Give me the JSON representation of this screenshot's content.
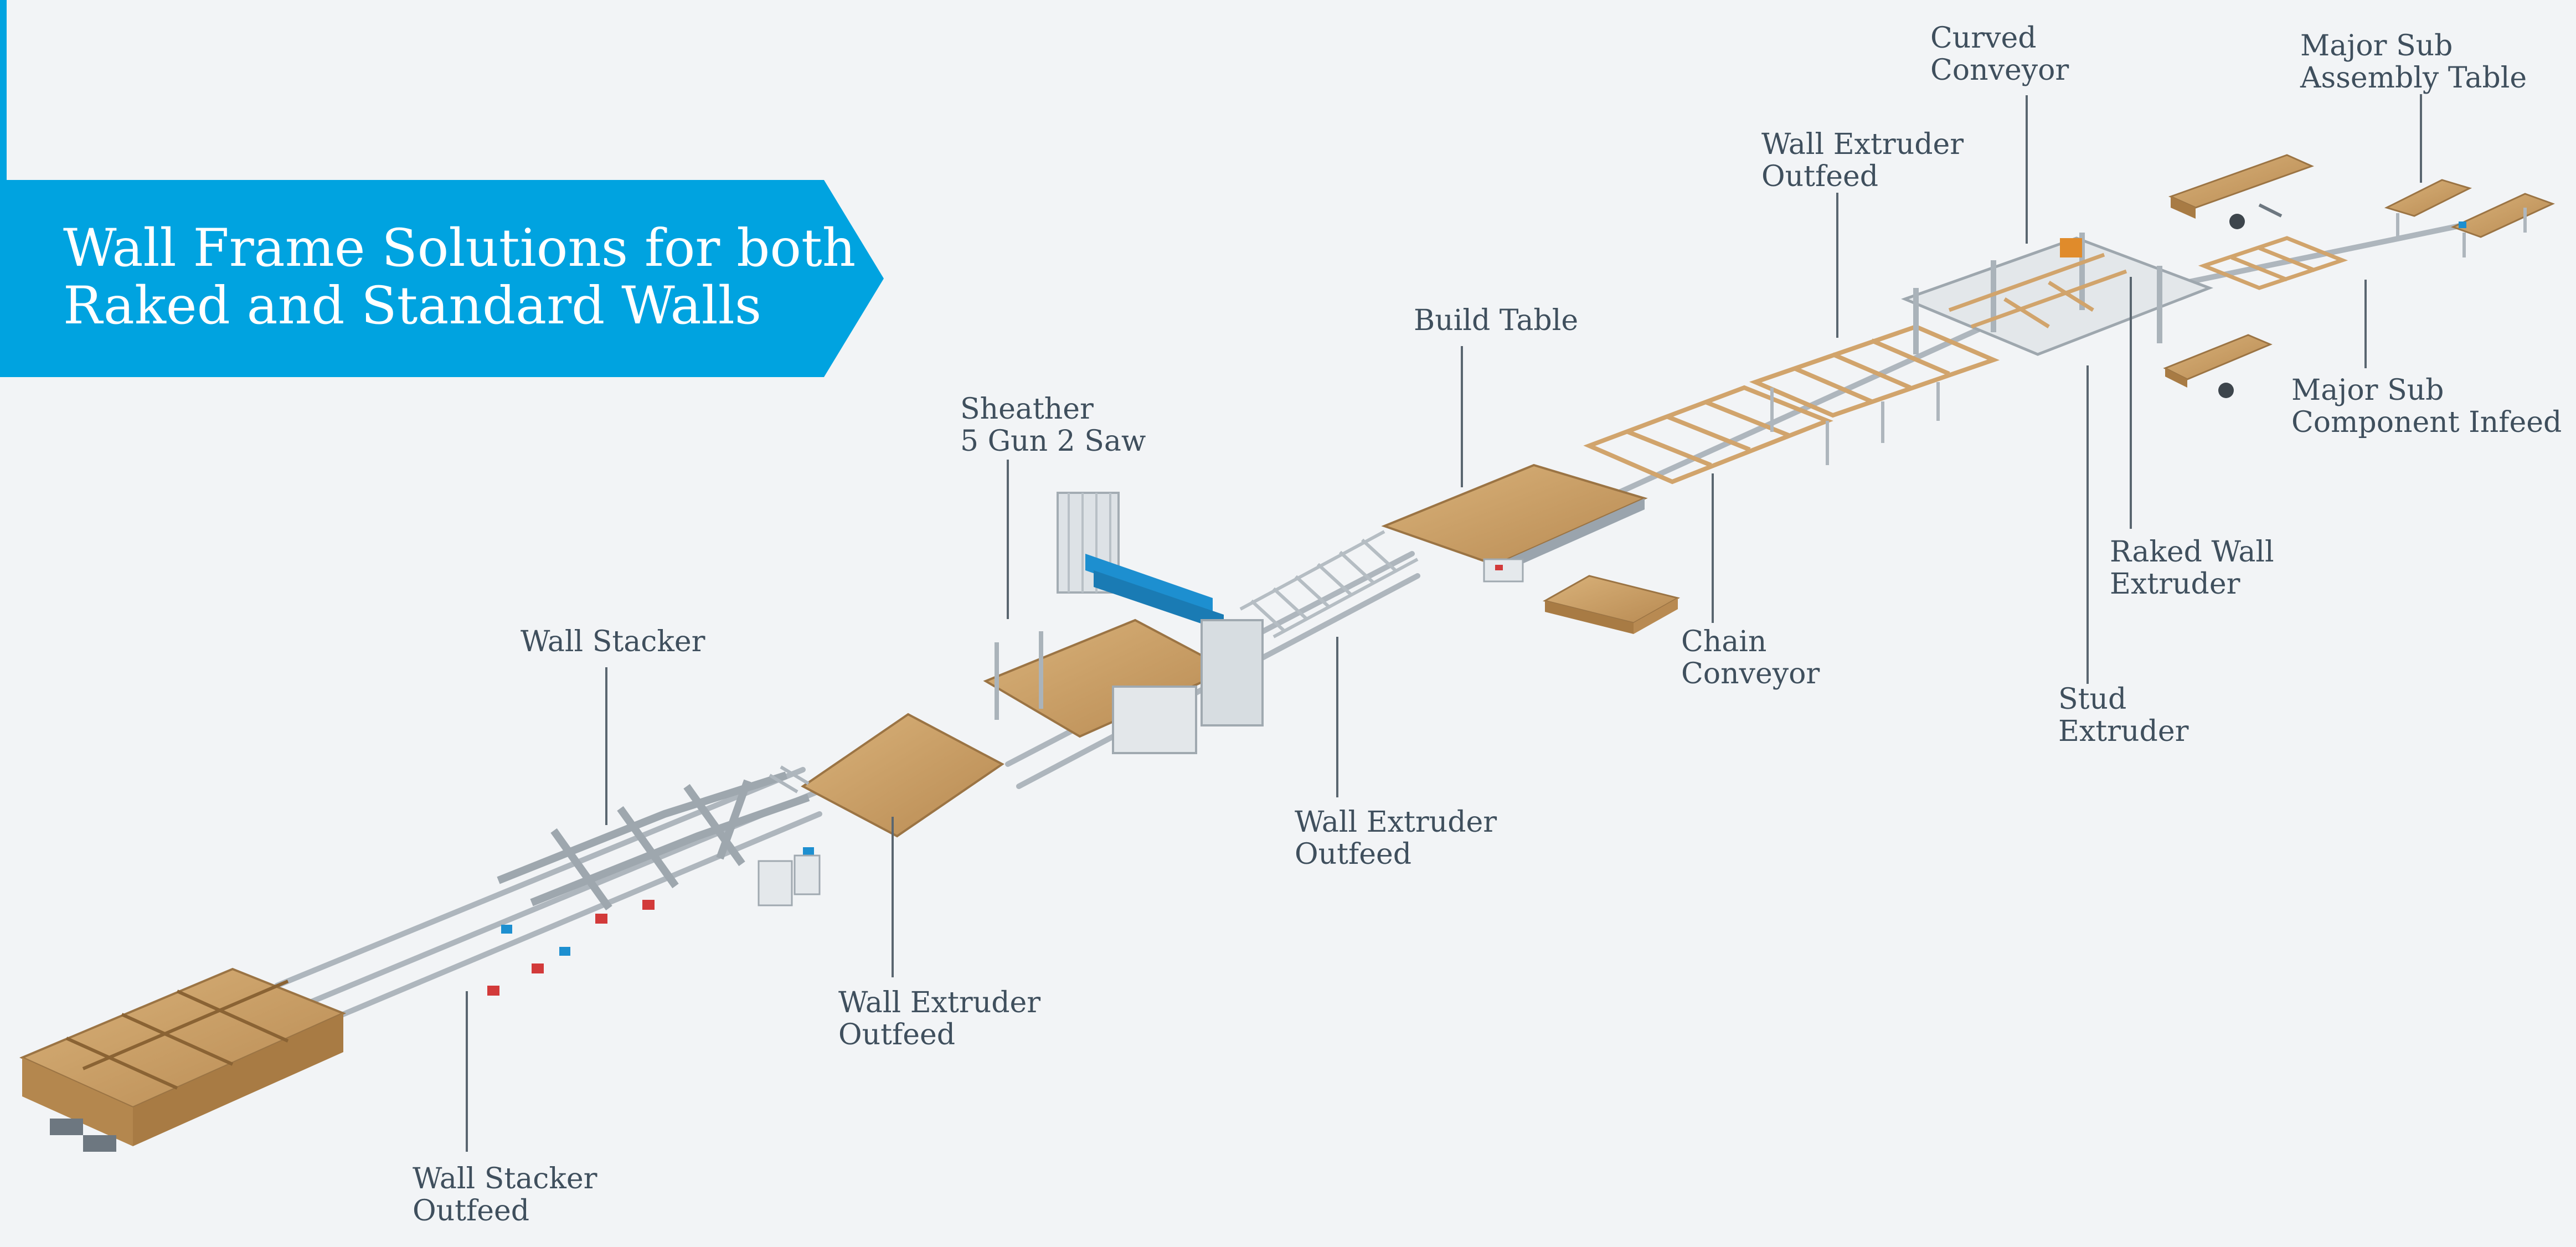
{
  "banner": {
    "title_line1": "Wall Frame Solutions for both",
    "title_line2": "Raked and Standard Walls",
    "color": "#00a3e0"
  },
  "colors": {
    "background": "#f2f4f6",
    "label_text": "#3f4f5d",
    "leader_line": "#5a6670",
    "steel": "#b9c1c8",
    "timber": "#c9a06a",
    "machine_blue": "#1d8fd0",
    "accent_red": "#d23a3a"
  },
  "callouts": {
    "curved_conveyor": [
      "Curved",
      "Conveyor"
    ],
    "major_sub_assembly_table": [
      "Major Sub",
      "Assembly Table"
    ],
    "wall_extruder_outfeed_top": [
      "Wall Extruder",
      "Outfeed"
    ],
    "build_table": [
      "Build Table"
    ],
    "sheather": [
      "Sheather",
      "5 Gun 2 Saw"
    ],
    "major_sub_component_infeed": [
      "Major Sub",
      "Component Infeed"
    ],
    "raked_wall_extruder": [
      "Raked Wall",
      "Extruder"
    ],
    "wall_stacker": [
      "Wall Stacker"
    ],
    "chain_conveyor": [
      "Chain",
      "Conveyor"
    ],
    "stud_extruder": [
      "Stud",
      "Extruder"
    ],
    "wall_extruder_outfeed_mid": [
      "Wall Extruder",
      "Outfeed"
    ],
    "wall_extruder_outfeed_low": [
      "Wall Extruder",
      "Outfeed"
    ],
    "wall_stacker_outfeed": [
      "Wall Stacker",
      "Outfeed"
    ]
  }
}
